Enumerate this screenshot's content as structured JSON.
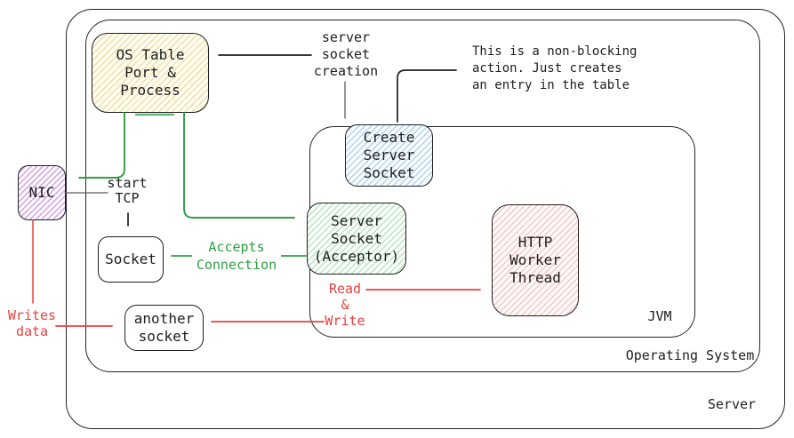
{
  "containers": {
    "server": {
      "label": "Server"
    },
    "os": {
      "label": "Operating System"
    },
    "jvm": {
      "label": "JVM"
    }
  },
  "nodes": {
    "os_table": {
      "lines": [
        "OS Table",
        "Port &",
        "Process"
      ]
    },
    "nic": {
      "lines": [
        "NIC"
      ]
    },
    "socket": {
      "lines": [
        "Socket"
      ]
    },
    "another_socket": {
      "lines": [
        "another",
        "socket"
      ]
    },
    "create_server_socket": {
      "lines": [
        "Create",
        "Server",
        "Socket"
      ]
    },
    "server_socket_acceptor": {
      "lines": [
        "Server",
        "Socket",
        "(Acceptor)"
      ]
    },
    "http_worker": {
      "lines": [
        "HTTP",
        "Worker",
        "Thread"
      ]
    }
  },
  "annotations": {
    "server_socket_creation": {
      "lines": [
        "server",
        "socket",
        "creation"
      ]
    },
    "non_blocking_note": {
      "lines": [
        "This is a non-blocking",
        "action. Just creates",
        "an entry in the table"
      ]
    },
    "start_tcp": {
      "lines": [
        "start",
        "TCP"
      ]
    },
    "accepts_connection": {
      "lines": [
        "Accepts",
        "Connection"
      ]
    },
    "read_write": {
      "lines": [
        "Read",
        "&",
        "Write"
      ]
    },
    "writes_data": {
      "lines": [
        "Writes",
        "data"
      ]
    }
  },
  "colors": {
    "stroke_black": "#1e1e1e",
    "connector_gray": "#5c5c5c",
    "arrow_green": "#2f9e44",
    "arrow_green_light": "#5cb371",
    "arrow_red": "#e8423d"
  }
}
